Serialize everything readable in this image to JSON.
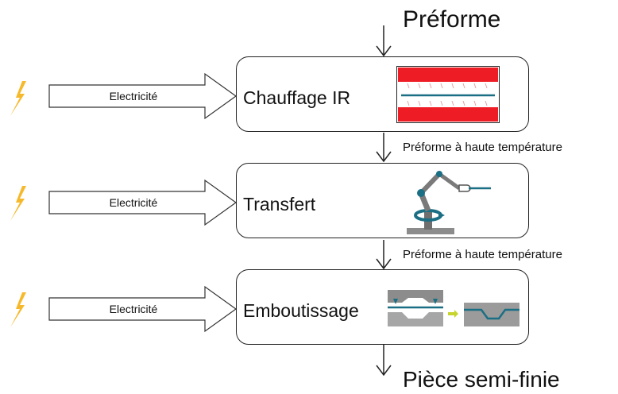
{
  "input_label": "Préforme",
  "output_label": "Pièce semi-finie",
  "energy_label": "Electricité",
  "intermediate_label": "Préforme à haute température",
  "stages": [
    {
      "label": "Chauffage IR",
      "icon": "infrared-oven-icon"
    },
    {
      "label": "Transfert",
      "icon": "robot-arm-icon"
    },
    {
      "label": "Emboutissage",
      "icon": "stamping-die-icon"
    }
  ],
  "colors": {
    "heater": "#ee1c24",
    "sheet": "#1b6f84",
    "bolt": "#f6b92b",
    "arrow_small": "#c7d42e",
    "machine_grey": "#8c8c8c"
  }
}
